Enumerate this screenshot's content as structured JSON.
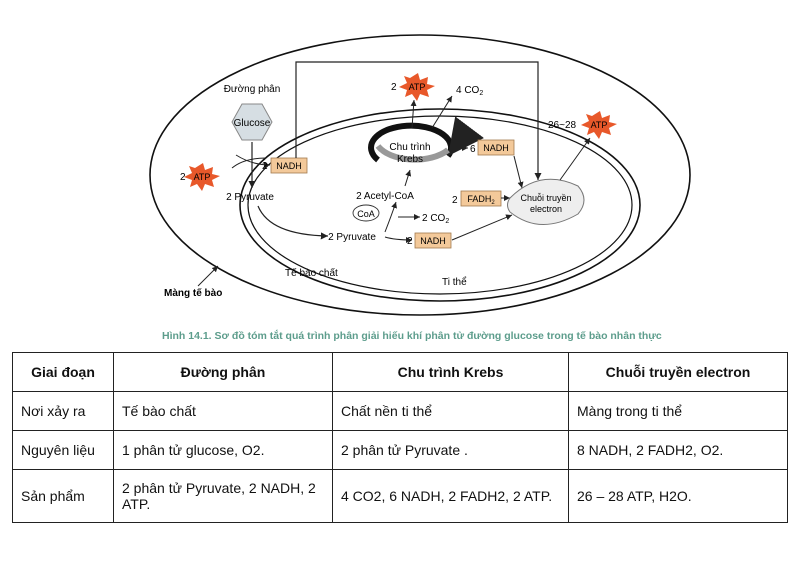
{
  "diagram": {
    "labels": {
      "glycolysis": "Đường phân",
      "glucose": "Glucose",
      "atp": "ATP",
      "atp2_left": "2",
      "nadh": "NADH",
      "nadh2": "2",
      "pyruvate_2": "2 Pyruvate",
      "krebs": "Chu trình\nKrebs",
      "co2_4": "4 CO",
      "nadh6": "6",
      "fadh2": "FADH",
      "fadh2_prefix": "2",
      "acetyl": "2 Acetyl-CoA",
      "coa": "CoA",
      "co2_2": "2 CO",
      "pyruvate_mito": "2 Pyruvate",
      "nadh_mito_prefix": "2",
      "etc": "Chuỗi truyền\nelectron",
      "atp_range": "26~28",
      "atp_top_prefix": "2",
      "cytoplasm": "Tế bào chất",
      "mitochondrion": "Ti thể",
      "membrane": "Màng tế bào"
    },
    "colors": {
      "atp_burst": "#e8582a",
      "nadh_box": "#f3c99a",
      "cell_fill": "#ffffff"
    }
  },
  "caption": "Hình 14.1. Sơ đồ tóm tắt quá trình phân giải hiếu khí phân tử đường glucose trong tế bào nhân thực",
  "table": {
    "headers": [
      "Giai đoạn",
      "Đường phân",
      "Chu trình Krebs",
      "Chuỗi truyền electron"
    ],
    "rows": [
      [
        "Nơi xảy ra",
        "Tế bào chất",
        "Chất nền ti thể",
        "Màng trong ti thể"
      ],
      [
        "Nguyên liệu",
        "1 phân tử glucose, O2.",
        "2 phân tử Pyruvate .",
        "8 NADH, 2 FADH2, O2."
      ],
      [
        "Sản phẩm",
        "2 phân tử Pyruvate, 2 NADH, 2 ATP.",
        "4 CO2, 6 NADH, 2 FADH2, 2 ATP.",
        "26 – 28 ATP, H2O."
      ]
    ]
  }
}
